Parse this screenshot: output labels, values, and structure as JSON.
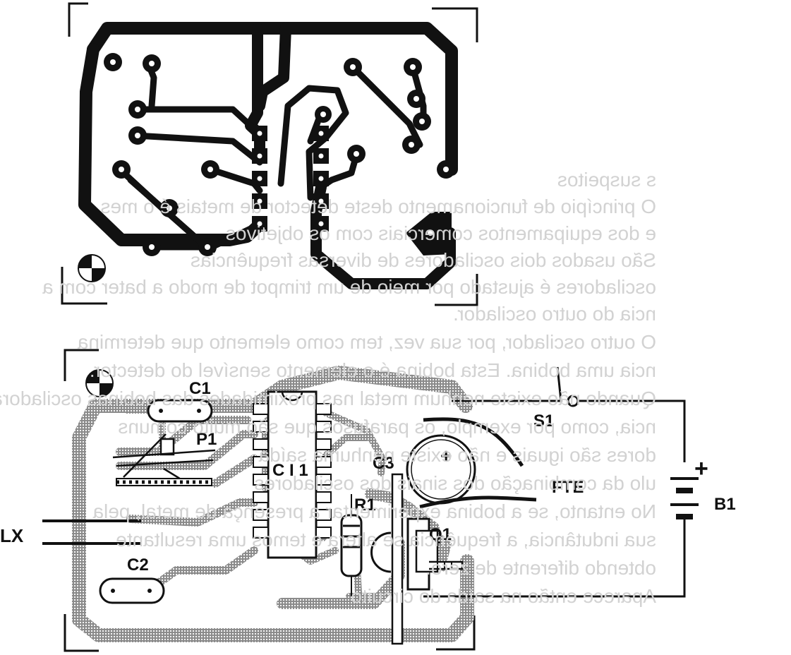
{
  "labels": {
    "c1": "C1",
    "p1": "P1",
    "ci1": "C I 1",
    "c3": "C3",
    "r1": "R1",
    "s1": "S1",
    "fte": "FTE",
    "b1": "B1",
    "plus_battery": "+",
    "plus_capacitor": "+",
    "lx": "LX",
    "c2": "C2",
    "q1": "Q1"
  },
  "bleed_through_text": [
    "s suspeitos",
    "O princípio de funcionamento deste detector de metais é o mes",
    "e dos equipamentos comerciais com os objetivos",
    "São usados dois osciladores de diversas frequências",
    "osciladores é ajustado por meio de um trimpot de modo a bater com a",
    "ncia do outro oscilador.",
    "O outro oscilador, por sua vez, tem como elemento que determina",
    "ncia uma bobina. Esta bobina é o elemento sensível do detector.",
    "Quando não existe nenhum metal nas proximidades das bobinas osciladoras",
    "ncia, como por exemplo, os parafusos que são muito comuns",
    "dores são iguais e não existe nenhuma saída",
    "ulo da combinação dos sinais dos osciladores",
    "No entanto, se a bobina experimentar a presença de metal, pela",
    "sua indutância, a frequência se altera e temos uma resultante",
    "obtendo diferente de zero.",
    "Aparece então na saída do circuito"
  ]
}
